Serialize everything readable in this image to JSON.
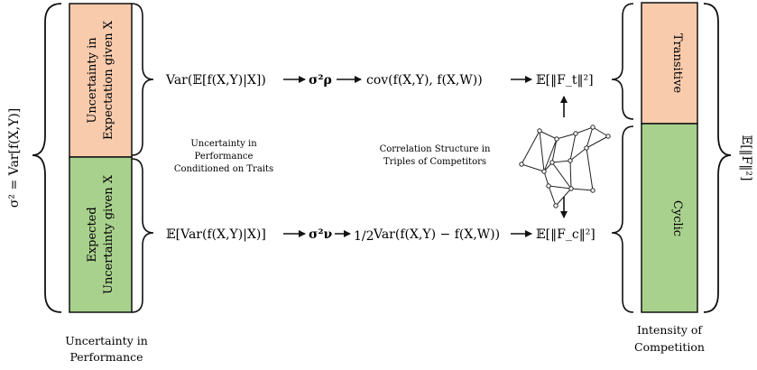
{
  "left_axis_label": "σ² = Var[f(X,Y)]",
  "right_axis_label": "𝔼[‖F‖²]",
  "left_column": {
    "top_box_text": [
      "Uncertainty in",
      "Expectation given X"
    ],
    "bottom_box_text": [
      "Expected",
      "Uncertainty given X"
    ],
    "caption": [
      "Uncertainty in",
      "Performance"
    ],
    "colors": {
      "top": "#f8cbad",
      "bottom": "#a9d18e"
    }
  },
  "right_column": {
    "top_box_text": "Transitive",
    "bottom_box_text": "Cyclic",
    "caption": [
      "Intensity of",
      "Competition"
    ],
    "colors": {
      "top": "#f8cbad",
      "bottom": "#a9d18e"
    }
  },
  "top_row": {
    "term1": "Var(𝔼[f(X,Y)|X])",
    "term2": "σ²ρ",
    "term3": "cov(f(X,Y), f(X,W))",
    "term4": "𝔼[‖F_t‖²]"
  },
  "bottom_row": {
    "term1": "𝔼[Var(f(X,Y)|X)]",
    "term2": "σ²ν",
    "term3_half": "1/2",
    "term3": "Var(f(X,Y) − f(X,W))",
    "term4": "𝔼[‖F_c‖²]"
  },
  "middle_left_note": [
    "Uncertainty in",
    "Performance",
    "Conditioned on Traits"
  ],
  "middle_right_note": [
    "Correlation Structure in",
    "Triples of Competitors"
  ]
}
